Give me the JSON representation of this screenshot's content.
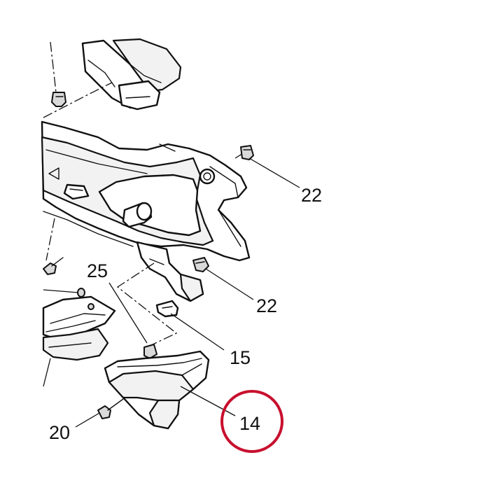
{
  "callouts": {
    "c22_upper": "22",
    "c22_lower": "22",
    "c25": "25",
    "c15": "15",
    "c14": "14",
    "c20": "20"
  },
  "highlighted_callout": "14",
  "colors": {
    "line": "#111111",
    "background": "#ffffff",
    "highlight": "#c8102e"
  }
}
